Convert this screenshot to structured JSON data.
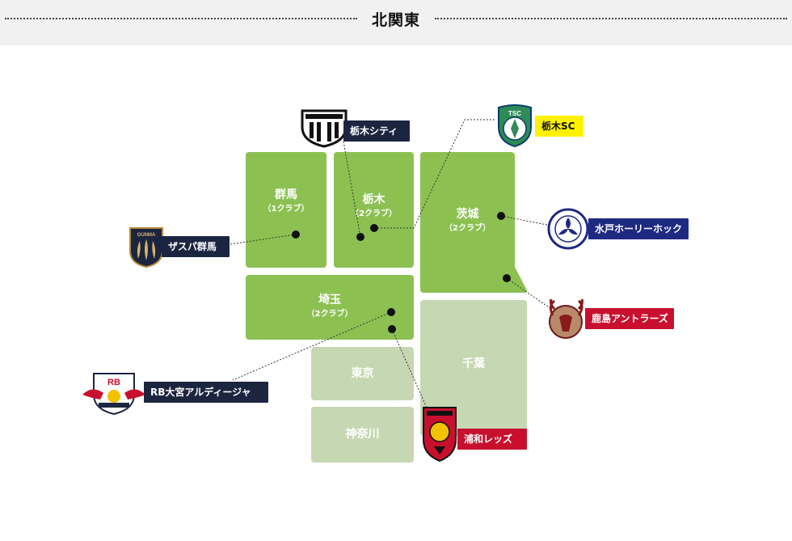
{
  "header": {
    "title": "北関東"
  },
  "regions": {
    "gunma": {
      "name": "群馬",
      "count": "（1クラブ）"
    },
    "tochigi": {
      "name": "栃木",
      "count": "（2クラブ）"
    },
    "ibaraki": {
      "name": "茨城",
      "count": "（2クラブ）"
    },
    "saitama": {
      "name": "埼玉",
      "count": "（2クラブ）"
    },
    "tokyo": {
      "name": "東京"
    },
    "chiba": {
      "name": "千葉"
    },
    "kanagawa": {
      "name": "神奈川"
    }
  },
  "clubs": {
    "tochigi_city": {
      "name": "栃木シティ",
      "color": "#1c2540"
    },
    "tochigi_sc": {
      "name": "栃木SC",
      "color": "#fff200"
    },
    "thespa_gunma": {
      "name": "ザスパ群馬",
      "color": "#1c2540"
    },
    "mito": {
      "name": "水戸ホーリーホック",
      "color": "#1e2a82"
    },
    "kashima": {
      "name": "鹿島アントラーズ",
      "color": "#c8102e"
    },
    "rb_omiya": {
      "name": "RB大宮アルディージャ",
      "color": "#1c2540"
    },
    "urawa": {
      "name": "浦和レッズ",
      "color": "#c8102e"
    }
  },
  "logos": {
    "gunma_text": "GUNMA",
    "rb_text": "RB",
    "tsc_text": "TSC"
  },
  "colors": {
    "region_active": "#8cc152",
    "region_inactive": "#c6d8b3",
    "header_bg": "#f1f1f1"
  }
}
